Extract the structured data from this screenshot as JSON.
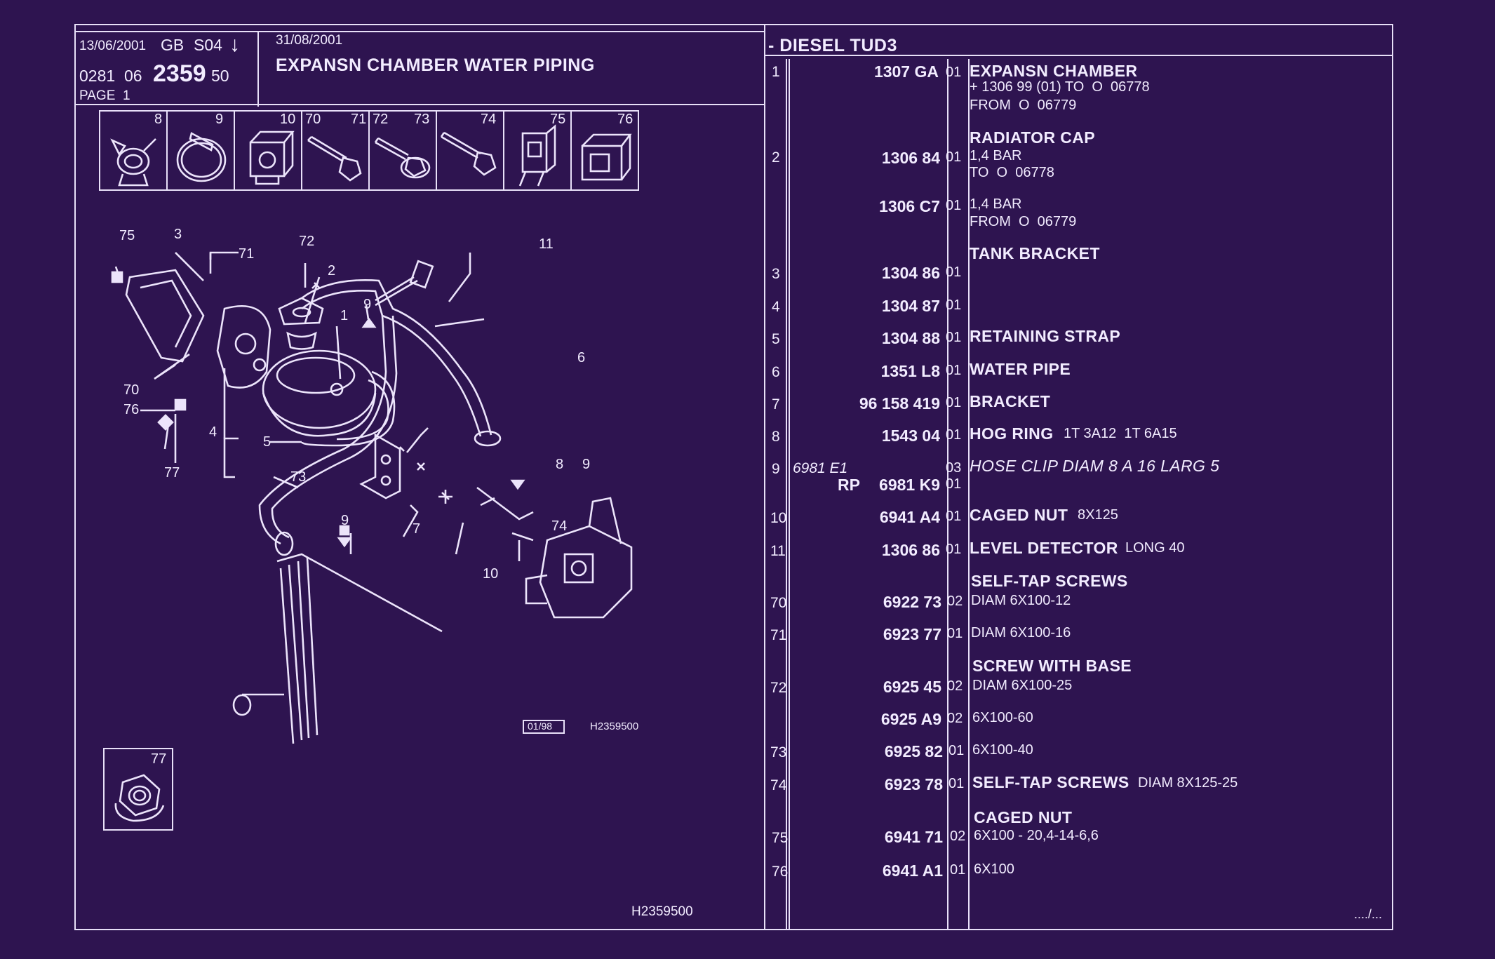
{
  "header": {
    "issue_date": "13/06/2001",
    "market": "GB",
    "code": "S04",
    "arrow": "↓",
    "ref_prefix": "0281  06",
    "ref_main": "2359",
    "ref_suffix": "50",
    "page_label": "PAGE  1",
    "date2": "31/08/2001",
    "title": "EXPANSN CHAMBER WATER PIPING",
    "engine": "- DIESEL TUD3"
  },
  "thumbnails": [
    {
      "num": "8",
      "icon": "hose-clip-icon"
    },
    {
      "num": "9",
      "icon": "hose-clip-band-icon"
    },
    {
      "num": "10",
      "icon": "caged-nut-icon"
    },
    {
      "num": "70",
      "num2": "71",
      "icon": "self-tap-screw-icon"
    },
    {
      "num": "72",
      "num2": "73",
      "icon": "screw-with-base-icon"
    },
    {
      "num": "74",
      "icon": "self-tap-screw-long-icon"
    },
    {
      "num": "75",
      "icon": "caged-nut-clip-icon"
    },
    {
      "num": "76",
      "icon": "caged-nut-block-icon"
    }
  ],
  "diagram": {
    "callouts": [
      "75",
      "3",
      "71",
      "72",
      "2",
      "1",
      "9",
      "11",
      "6",
      "70",
      "76",
      "77",
      "4",
      "5",
      "73",
      "8",
      "9",
      "7",
      "74",
      "10",
      "9"
    ],
    "footer_box": "01/98",
    "footer_code": "H2359500",
    "inset_num": "77",
    "inset_icon": "flange-nut-icon",
    "bottom_code": "H2359500"
  },
  "rows": [
    {
      "num": "1",
      "ref": "1307 GA",
      "qty": "01",
      "desc": "EXPANSN CHAMBER",
      "notes": [
        "+ 1306 99 (01) TO  O  06778",
        "FROM  O  06779"
      ]
    },
    {
      "section": "RADIATOR CAP"
    },
    {
      "num": "2",
      "ref": "1306 84",
      "qty": "01",
      "notes": [
        "1,4 BAR",
        "TO  O  06778"
      ]
    },
    {
      "ref": "1306 C7",
      "qty": "01",
      "notes": [
        "1,4 BAR",
        "FROM  O  06779"
      ]
    },
    {
      "section": "TANK BRACKET"
    },
    {
      "num": "3",
      "ref": "1304 86",
      "qty": "01"
    },
    {
      "num": "4",
      "ref": "1304 87",
      "qty": "01"
    },
    {
      "num": "5",
      "ref": "1304 88",
      "qty": "01",
      "desc": "RETAINING STRAP"
    },
    {
      "num": "6",
      "ref": "1351 L8",
      "qty": "01",
      "desc": "WATER PIPE"
    },
    {
      "num": "7",
      "ref": "96 158 419",
      "qty": "01",
      "desc": "BRACKET"
    },
    {
      "num": "8",
      "ref": "1543 04",
      "qty": "01",
      "desc": "HOG RING",
      "extra": "1T 3A12  1T 6A15"
    },
    {
      "num": "9",
      "alt_ref": "6981 E1",
      "qty": "03",
      "desc": "HOSE CLIP DIAM 8 A 16 LARG 5"
    },
    {
      "ref_prefix": "RP",
      "ref": "6981 K9",
      "qty": "01"
    },
    {
      "num": "10",
      "ref": "6941 A4",
      "qty": "01",
      "desc": "CAGED NUT",
      "extra": "8X125"
    },
    {
      "num": "11",
      "ref": "1306 86",
      "qty": "01",
      "desc": "LEVEL DETECTOR",
      "extra": "LONG 40"
    },
    {
      "section": "SELF-TAP SCREWS"
    },
    {
      "num": "70",
      "ref": "6922 73",
      "qty": "02",
      "notes": [
        "DIAM 6X100-12"
      ]
    },
    {
      "num": "71",
      "ref": "6923 77",
      "qty": "01",
      "notes": [
        "DIAM 6X100-16"
      ]
    },
    {
      "section": "SCREW WITH BASE"
    },
    {
      "num": "72",
      "ref": "6925 45",
      "qty": "02",
      "notes": [
        "DIAM 6X100-25"
      ]
    },
    {
      "ref": "6925 A9",
      "qty": "02",
      "notes": [
        "6X100-60"
      ]
    },
    {
      "num": "73",
      "ref": "6925 82",
      "qty": "01",
      "notes": [
        "6X100-40"
      ]
    },
    {
      "num": "74",
      "ref": "6923 78",
      "qty": "01",
      "desc": "SELF-TAP SCREWS",
      "extra": "DIAM 8X125-25"
    },
    {
      "section": "CAGED NUT"
    },
    {
      "num": "75",
      "ref": "6941 71",
      "qty": "02",
      "notes": [
        "6X100 - 20,4-14-6,6"
      ]
    },
    {
      "num": "76",
      "ref": "6941 A1",
      "qty": "01",
      "notes": [
        "6X100"
      ]
    }
  ],
  "continuation": "..../...",
  "colors": {
    "background": "#2e1450",
    "ink": "#f2ecff"
  }
}
